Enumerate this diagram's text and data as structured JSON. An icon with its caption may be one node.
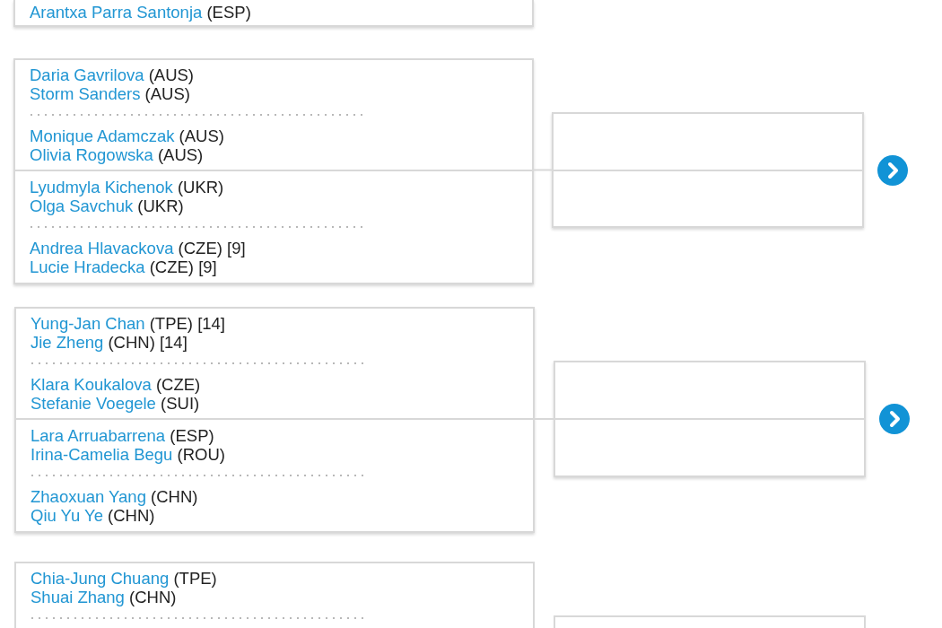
{
  "diagram": {
    "nodes": [
      {
        "text": [
          "Arantxa Parra Santonja (ESP)"
        ]
      },
      {
        "text": [
          "Daria Gavrilova (AUS)",
          "Storm Sanders (AUS)",
          "Monique Adamczak (AUS)",
          "Olivia Rogowska (AUS)",
          "Lyudmyla Kichenok (UKR)",
          "Olga Savchuk (UKR)",
          "Andrea Hlavackova (CZE) [9]",
          "Lucie Hradecka (CZE) [9]"
        ]
      },
      {
        "text": [],
        "shape": "box"
      },
      {
        "text": [
          "Yung-Jan Chan (TPE) [14]",
          "Jie Zheng (CHN) [14]",
          "Klara Koukalova (CZE)",
          "Stefanie Voegele (SUI)",
          "Lara Arruabarrena (ESP)",
          "Irina-Camelia Begu (ROU)",
          "Zhaoxuan Yang (CHN)",
          "Qiu Yu Ye (CHN)"
        ]
      },
      {
        "text": [],
        "shape": "box"
      },
      {
        "text": [
          "Chia-Jung Chuang (TPE)",
          "Shuai Zhang (CHN)"
        ]
      },
      {
        "text": [],
        "shape": "box"
      }
    ],
    "edges": [
      {
        "from": 1,
        "to": 2,
        "arrow": "none"
      },
      {
        "from": 3,
        "to": 4,
        "arrow": "none"
      }
    ]
  }
}
